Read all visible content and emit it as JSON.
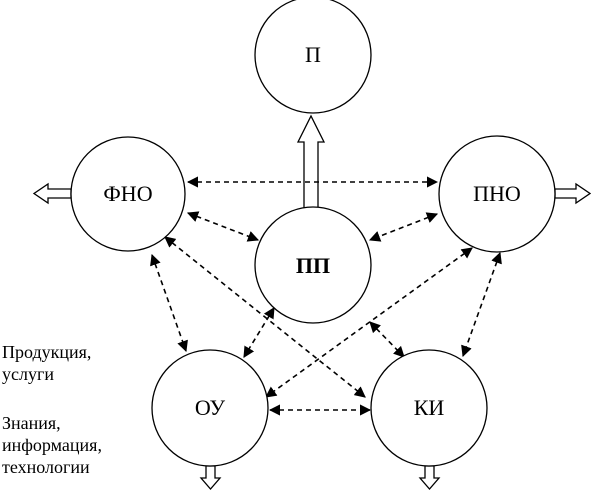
{
  "nodes": {
    "p": {
      "label": "П"
    },
    "fno": {
      "label": "ФНО"
    },
    "pno": {
      "label": "ПНО"
    },
    "pp": {
      "label": "ПП"
    },
    "ou": {
      "label": "ОУ"
    },
    "ki": {
      "label": "КИ"
    }
  },
  "legend": {
    "products": "Продукция,\nуслуги",
    "knowledge": "Знания,\nинформация,\nтехнологии"
  }
}
